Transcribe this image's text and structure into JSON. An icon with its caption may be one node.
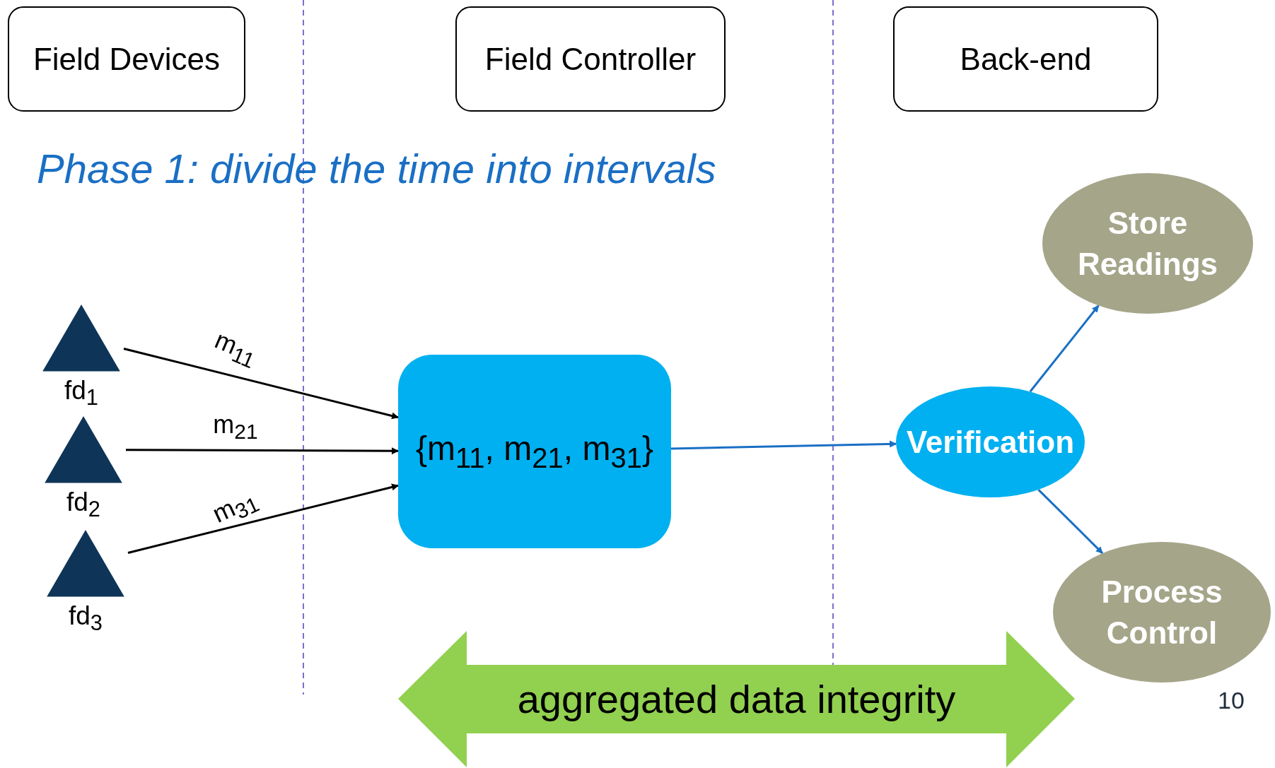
{
  "diagram": {
    "title": "Phase 1: divide the time into intervals",
    "nodes": [
      {
        "text": [
          "Field Devices"
        ]
      },
      {
        "text": [
          "Field Controller"
        ]
      },
      {
        "text": [
          "Back-end"
        ]
      },
      {
        "text": [
          "fd$_{1}$"
        ]
      },
      {
        "text": [
          "fd$_{2}$"
        ]
      },
      {
        "text": [
          "fd$_{3}$"
        ]
      },
      {
        "text": [
          "{m$_{11}$, m$_{21}$, m$_{31}$}"
        ]
      },
      {
        "text": [
          "Verification"
        ]
      },
      {
        "text": [
          "Store Readings"
        ]
      },
      {
        "text": [
          "Process Control"
        ]
      },
      {
        "text": [
          "aggregated data integrity"
        ]
      }
    ],
    "edges": [
      {
        "from": 3,
        "to": 6,
        "arrow": "to",
        "label": "m$_{11}$",
        "color": "#000000"
      },
      {
        "from": 4,
        "to": 6,
        "arrow": "to",
        "label": "m$_{21}$",
        "color": "#000000"
      },
      {
        "from": 5,
        "to": 6,
        "arrow": "to",
        "label": "m$_{31}$",
        "color": "#000000"
      },
      {
        "from": 6,
        "to": 7,
        "arrow": "to",
        "color": "#1a6fc4"
      },
      {
        "from": 7,
        "to": 8,
        "arrow": "to",
        "color": "#1a6fc4"
      },
      {
        "from": 7,
        "to": 9,
        "arrow": "to",
        "color": "#1a6fc4"
      }
    ],
    "labels": [
      "10"
    ]
  }
}
